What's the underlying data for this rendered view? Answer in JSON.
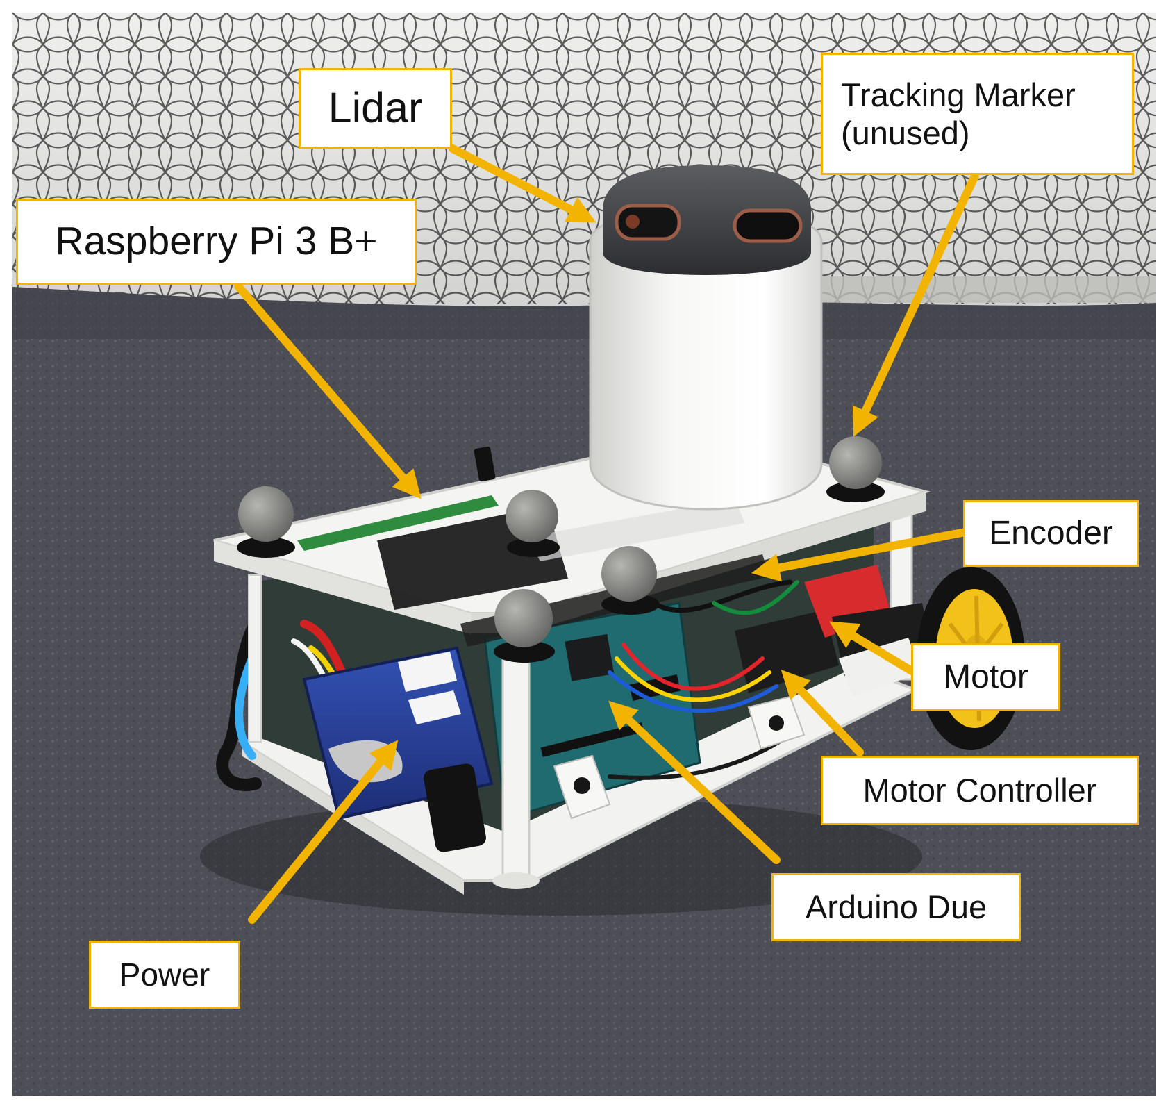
{
  "callouts": {
    "lidar": "Lidar",
    "tracking_marker_line1": "Tracking Marker",
    "tracking_marker_line2": "(unused)",
    "raspberry_pi": "Raspberry Pi 3 B+",
    "encoder": "Encoder",
    "motor": "Motor",
    "motor_controller": "Motor Controller",
    "arduino_due": "Arduino Due",
    "power": "Power"
  },
  "colors": {
    "callout_border": "#f2b400",
    "arrow": "#f2b400",
    "wall": "#d8d8d8",
    "carpet": "#4f4f58",
    "chassis": "#f1f1ef",
    "marker_ball": "#8e8e8a",
    "wheel_hub": "#f3c21a"
  },
  "icons": {
    "lidar": "lidar-sensor-icon",
    "marker": "tracking-marker-ball-icon",
    "wheel": "wheel-icon"
  }
}
